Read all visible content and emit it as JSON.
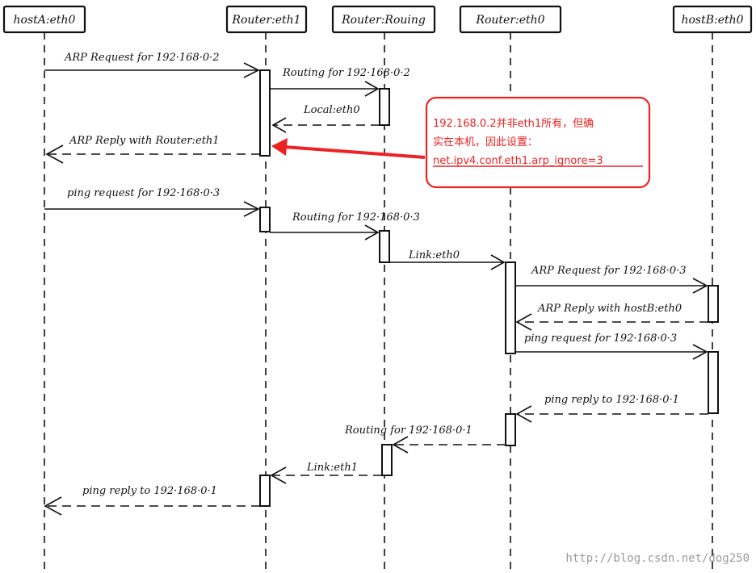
{
  "participants": [
    {
      "label": "hostA:eth0"
    },
    {
      "label": "Router:eth1"
    },
    {
      "label": "Router:Rouing"
    },
    {
      "label": "Router:eth0"
    },
    {
      "label": "hostB:eth0"
    }
  ],
  "messages": [
    {
      "label": "ARP Request for 192·168·0·2",
      "style": "solid"
    },
    {
      "label": "Routing for 192·168·0·2",
      "style": "solid"
    },
    {
      "label": "Local:eth0",
      "style": "dashed"
    },
    {
      "label": "ARP Reply with Router:eth1",
      "style": "dashed"
    },
    {
      "label": "ping request for 192·168·0·3",
      "style": "solid"
    },
    {
      "label": "Routing for 192·168·0·3",
      "style": "solid"
    },
    {
      "label": "Link:eth0",
      "style": "solid"
    },
    {
      "label": "ARP Request for 192·168·0·3",
      "style": "solid"
    },
    {
      "label": "ARP Reply with hostB:eth0",
      "style": "dashed"
    },
    {
      "label": "ping request for 192·168·0·3",
      "style": "solid"
    },
    {
      "label": "ping reply to 192·168·0·1",
      "style": "dashed"
    },
    {
      "label": "Routing for 192·168·0·1",
      "style": "dashed"
    },
    {
      "label": "Link:eth1",
      "style": "dashed"
    },
    {
      "label": "ping reply to 192·168·0·1",
      "style": "dashed"
    }
  ],
  "note": {
    "line1": "192.168.0.2并非eth1所有，但确",
    "line2": "实在本机，因此设置：",
    "line3": "net.ipv4.conf.eth1.arp_ignore=3",
    "color": "#e22222"
  },
  "watermark": "http://blog.csdn.net/dog250"
}
